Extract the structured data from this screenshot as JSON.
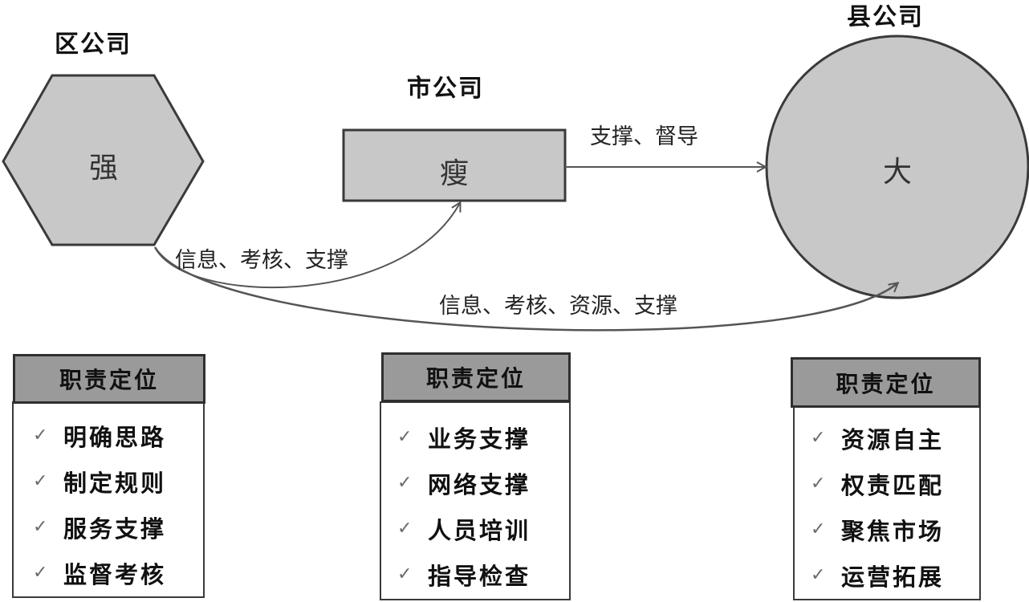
{
  "nodes": {
    "district": {
      "title": "区公司",
      "label": "强"
    },
    "city": {
      "title": "市公司",
      "label": "瘦"
    },
    "county": {
      "title": "县公司",
      "label": "大"
    }
  },
  "edges": {
    "city_to_county": "支撑、督导",
    "district_to_city": "信息、考核、支撑",
    "district_to_county": "信息、考核、资源、支撑"
  },
  "cards": {
    "district": {
      "header": "职责定位",
      "items": [
        "明确思路",
        "制定规则",
        "服务支撑",
        "监督考核"
      ]
    },
    "city": {
      "header": "职责定位",
      "items": [
        "业务支撑",
        "网络支撑",
        "人员培训",
        "指导检查"
      ]
    },
    "county": {
      "header": "职责定位",
      "items": [
        "资源自主",
        "权责匹配",
        "聚焦市场",
        "运营拓展"
      ]
    }
  },
  "colors": {
    "shape_fill": "#c8c8c8",
    "shape_stroke": "#3a3a3a",
    "header_fill": "#9a9a9a",
    "check_mark": "#6a6a6a"
  },
  "icons": {
    "list_bullet": "check-icon"
  }
}
